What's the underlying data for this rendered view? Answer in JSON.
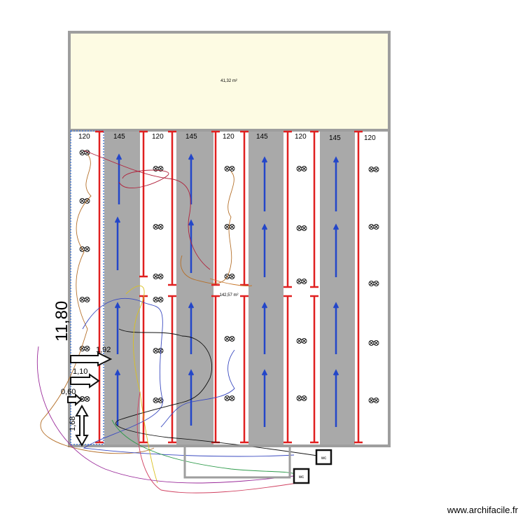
{
  "plan": {
    "top_room_area": "41,32 m²",
    "main_room_area": "142,57 m²",
    "strip_widths": [
      "120",
      "145",
      "120",
      "145",
      "120",
      "145",
      "120",
      "145",
      "120"
    ],
    "dimensions": {
      "total_height": "11,80",
      "arrow_1": "1,92",
      "arrow_2": "1,10",
      "arrow_3": "0,60",
      "vertical_arrow": "1,68"
    },
    "wc_labels": [
      "wc",
      "wc"
    ],
    "colors": {
      "wall": "#9e9e9e",
      "top_room_fill": "#fdfbe3",
      "grey_strip": "#a9a9a9",
      "red_rack": "#e02020",
      "blue_line": "#2346c9"
    }
  },
  "footer": {
    "watermark": "www.archifacile.fr"
  }
}
